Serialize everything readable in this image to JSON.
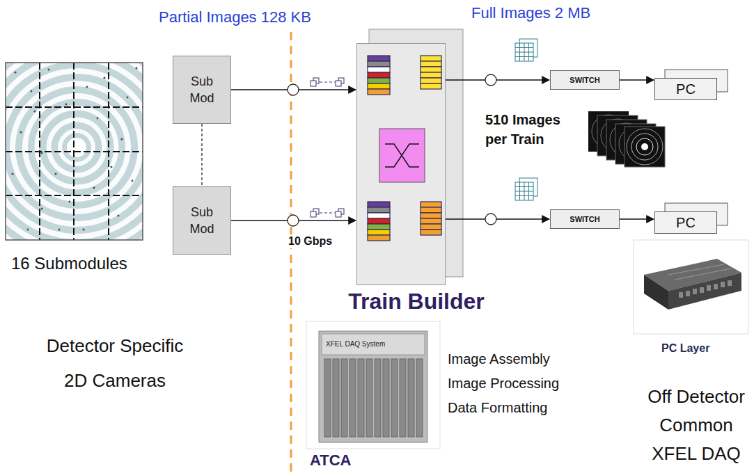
{
  "diagram": {
    "nodes": [
      {
        "text": [
          "Sub Mod"
        ]
      },
      {
        "text": [
          "Sub Mod"
        ]
      },
      {
        "text": [
          "Train Builder"
        ]
      },
      {
        "text": [
          "SWITCH"
        ]
      },
      {
        "text": [
          "SWITCH"
        ]
      },
      {
        "text": [
          "PC"
        ]
      },
      {
        "text": [
          "PC"
        ]
      }
    ],
    "edges": [
      {
        "from": 0,
        "to": 1,
        "arrow": "none"
      },
      {
        "from": 0,
        "to": 2,
        "arrow": "to"
      },
      {
        "from": 1,
        "to": 2,
        "arrow": "to",
        "label": "10 Gbps"
      },
      {
        "from": 2,
        "to": 3,
        "arrow": "to"
      },
      {
        "from": 2,
        "to": 4,
        "arrow": "to"
      },
      {
        "from": 3,
        "to": 5,
        "arrow": "to"
      },
      {
        "from": 4,
        "to": 6,
        "arrow": "to"
      }
    ],
    "labels": [
      "Partial Images 128 KB",
      "Full Images 2 MB",
      "510 Images per Train",
      "16 Submodules",
      "Detector Specific 2D Cameras",
      "XFEL DAQ System",
      "Image Assembly",
      "Image Processing",
      "Data Formatting",
      "ATCA",
      "PC Layer",
      "Off Detector Common XFEL DAQ"
    ]
  }
}
